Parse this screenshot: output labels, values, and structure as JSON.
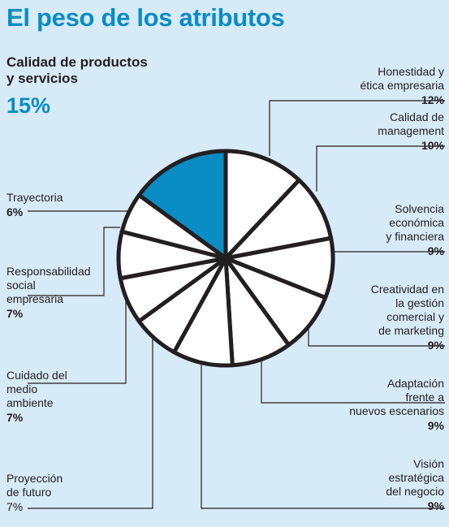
{
  "title": "El peso de los atributos",
  "highlight": {
    "label_line1": "Calidad de productos",
    "label_line2": "y servicios",
    "value": "15%"
  },
  "colors": {
    "title": "#0a8cc4",
    "highlight": "#0a8cc4",
    "background": "#d6eaf7",
    "slice": "#ffffff",
    "stroke": "#231f20"
  },
  "chart_data": {
    "type": "pie",
    "title": "El peso de los atributos",
    "slices": [
      {
        "name": "Calidad de productos y servicios",
        "value": 15
      },
      {
        "name": "Honestidad y ética empresaria",
        "value": 12
      },
      {
        "name": "Calidad de management",
        "value": 10
      },
      {
        "name": "Solvencia económica y financiera",
        "value": 9
      },
      {
        "name": "Creatividad en la gestión comercial y de marketing",
        "value": 9
      },
      {
        "name": "Adaptación frente a nuevos escenarios",
        "value": 9
      },
      {
        "name": "Visión estratégica del negocio",
        "value": 9
      },
      {
        "name": "Proyección de futuro",
        "value": 7
      },
      {
        "name": "Cuidado del medio ambiente",
        "value": 7
      },
      {
        "name": "Responsabilidad social empresaria",
        "value": 7
      },
      {
        "name": "Trayectoria",
        "value": 6
      }
    ]
  },
  "labels": {
    "honestidad": {
      "l1": "Honestidad y",
      "l2": "ética empresaria",
      "v": "12%"
    },
    "management": {
      "l1": "Calidad de",
      "l2": "management",
      "v": "10%"
    },
    "solvencia": {
      "l1": "Solvencia",
      "l2": "económica",
      "l3": "y financiera",
      "v": "9%"
    },
    "creatividad": {
      "l1": "Creatividad en",
      "l2": "la gestión",
      "l3": "comercial y",
      "l4": "de marketing",
      "v": "9%"
    },
    "adaptacion": {
      "l1": "Adaptación",
      "l2": "frente a",
      "l3": "nuevos escenarios",
      "v": "9%"
    },
    "vision": {
      "l1": "Visión",
      "l2": "estratégica",
      "l3": "del negocio",
      "v": "9%"
    },
    "trayectoria": {
      "l1": "Trayectoria",
      "v": "6%"
    },
    "responsabilidad": {
      "l1": "Responsabilidad",
      "l2": "social",
      "l3": "empresaria",
      "v": "7%"
    },
    "cuidado": {
      "l1": "Cuidado del",
      "l2": "medio",
      "l3": "ambiente",
      "v": "7%"
    },
    "proyeccion": {
      "l1": "Proyección",
      "l2": "de futuro",
      "v": "7%"
    }
  }
}
